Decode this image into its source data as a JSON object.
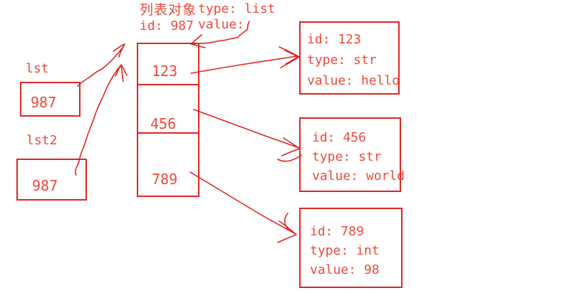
{
  "colors": {
    "accent": "#e02521",
    "text": "#ee4a3c"
  },
  "list_object": {
    "label": "列表对象",
    "type_text": "type: list",
    "id_text": "id: 987",
    "value_text": "value:",
    "cells": [
      "123",
      "456",
      "789"
    ]
  },
  "variables": [
    {
      "name": "lst",
      "value": "987"
    },
    {
      "name": "lst2",
      "value": "987"
    }
  ],
  "objects": [
    {
      "id_text": "id: 123",
      "type_text": "type: str",
      "value_text": "value: hello"
    },
    {
      "id_text": "id: 456",
      "type_text": "type: str",
      "value_text": "value: world"
    },
    {
      "id_text": "id: 789",
      "type_text": "type: int",
      "value_text": "value: 98"
    }
  ],
  "arrows": [
    {
      "from": "value-label",
      "to": "list-box"
    },
    {
      "from": "lst",
      "to": "list-box"
    },
    {
      "from": "lst2",
      "to": "list-box"
    },
    {
      "from": "cell-123",
      "to": "object-123"
    },
    {
      "from": "cell-456",
      "to": "object-456"
    },
    {
      "from": "cell-789",
      "to": "object-789"
    }
  ]
}
